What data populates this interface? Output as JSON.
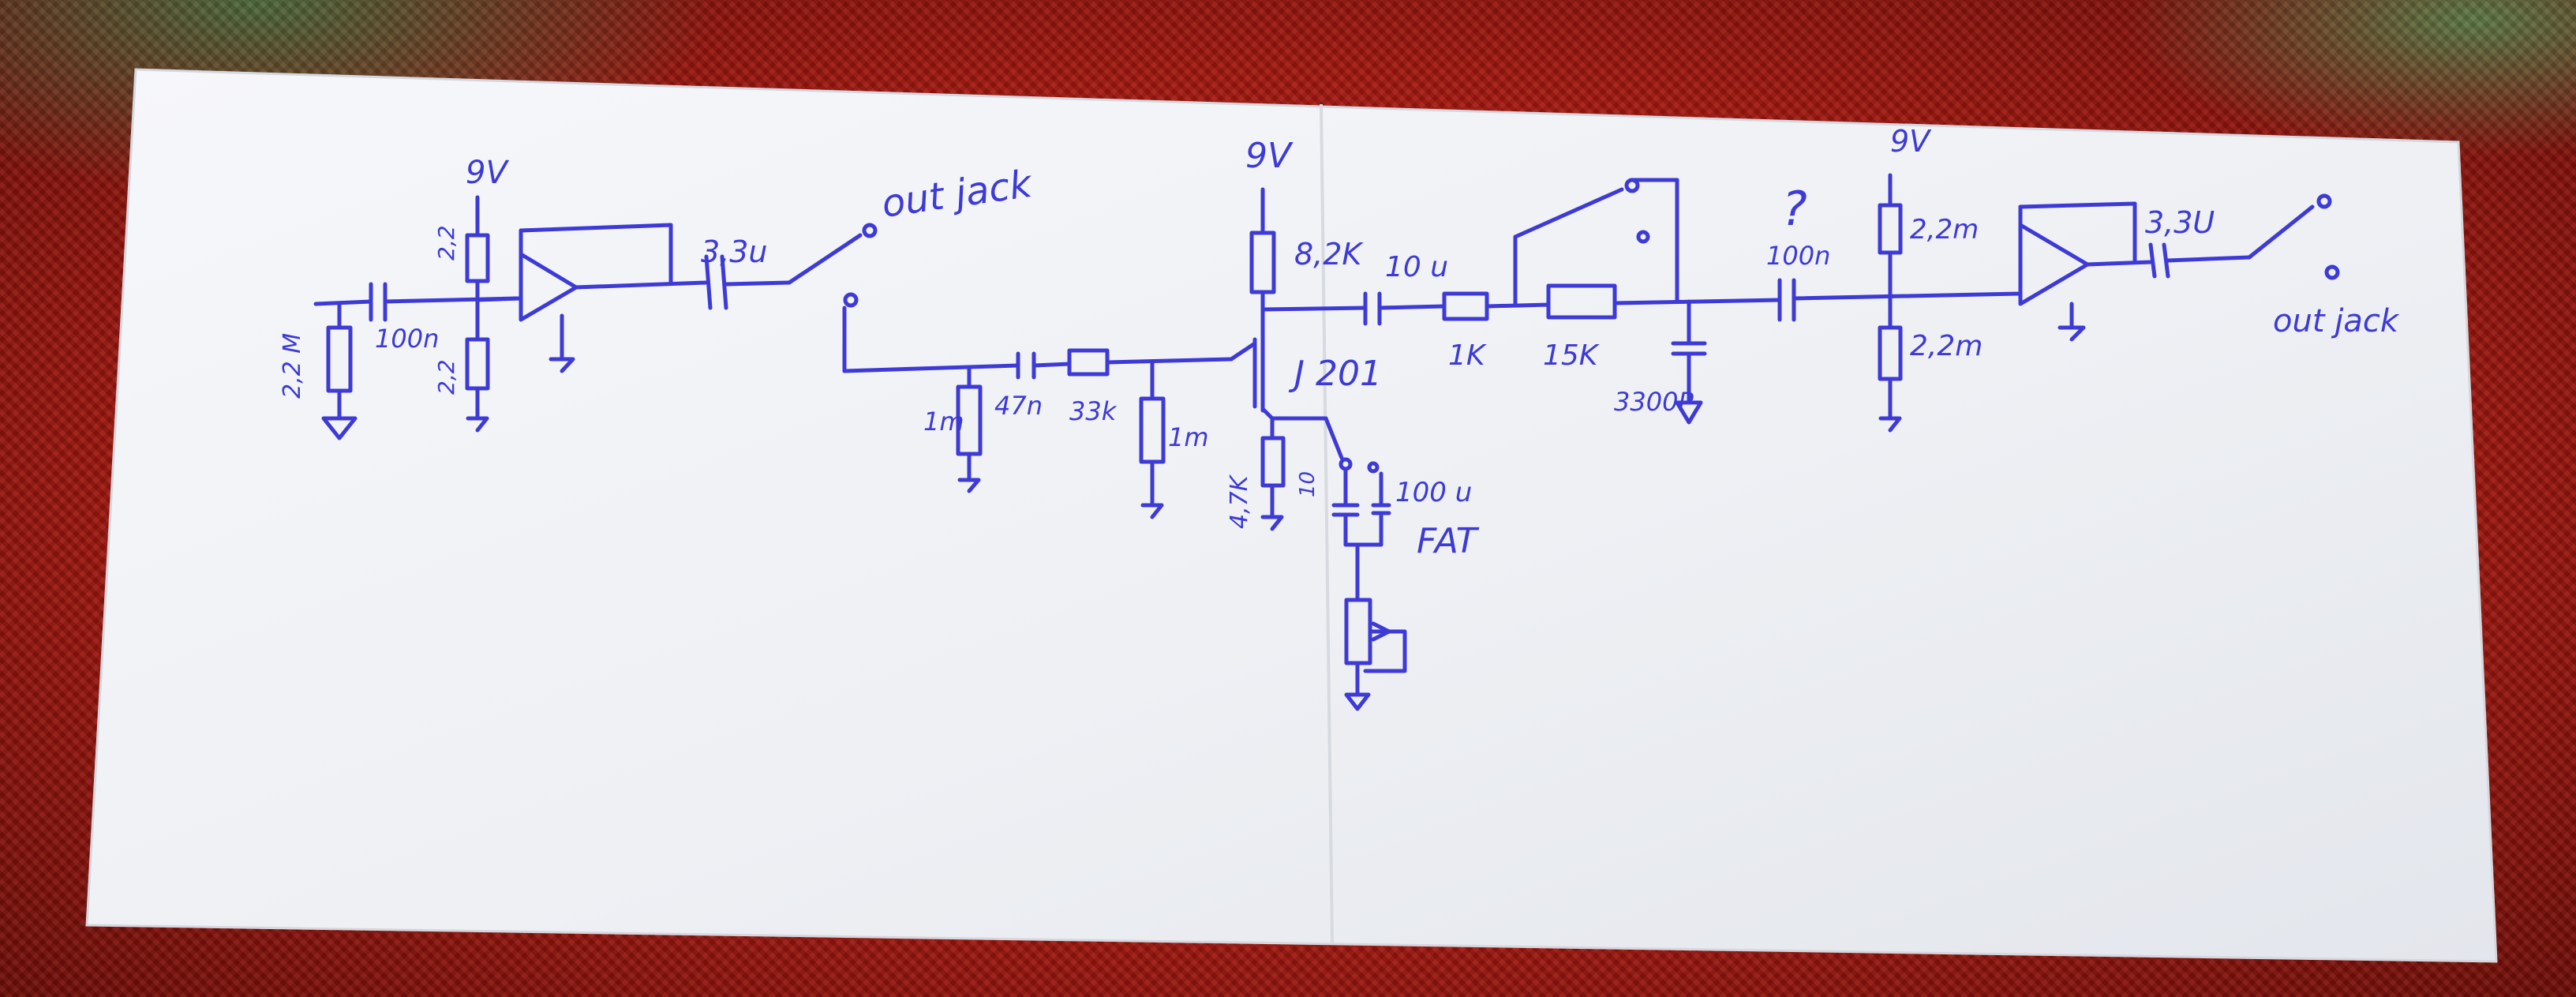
{
  "colors": {
    "ink": "#3d3ad6",
    "paper": "#f3f4f7",
    "mat": "#b81c12"
  },
  "left_section": {
    "supply": "9V",
    "input_resistor": "2,2 M",
    "bias_resistor_top": "2,2",
    "bias_resistor_bottom": "2,2",
    "input_cap": "100n",
    "output_cap": "3,3u",
    "output_label": "out jack"
  },
  "middle_section": {
    "supply": "9V",
    "drain_resistor": "8,2K",
    "coupling_cap": "10 u",
    "input_resistor": "1m",
    "input_cap": "47n",
    "series_resistor": "33k",
    "gate_resistor": "1m",
    "transistor": "J 201",
    "source_resistor": "4,7K",
    "switch_label": "10",
    "bypass_cap": "100 u",
    "fat_label": "FAT",
    "tone_resistor_1": "1K",
    "tone_resistor_2": "15K",
    "tone_cap": "3300P"
  },
  "right_section": {
    "question_mark": "?",
    "supply": "9V",
    "input_cap": "100n",
    "bias_resistor_top": "2,2m",
    "bias_resistor_bottom": "2,2m",
    "output_cap": "3,3U",
    "output_label": "out jack"
  }
}
